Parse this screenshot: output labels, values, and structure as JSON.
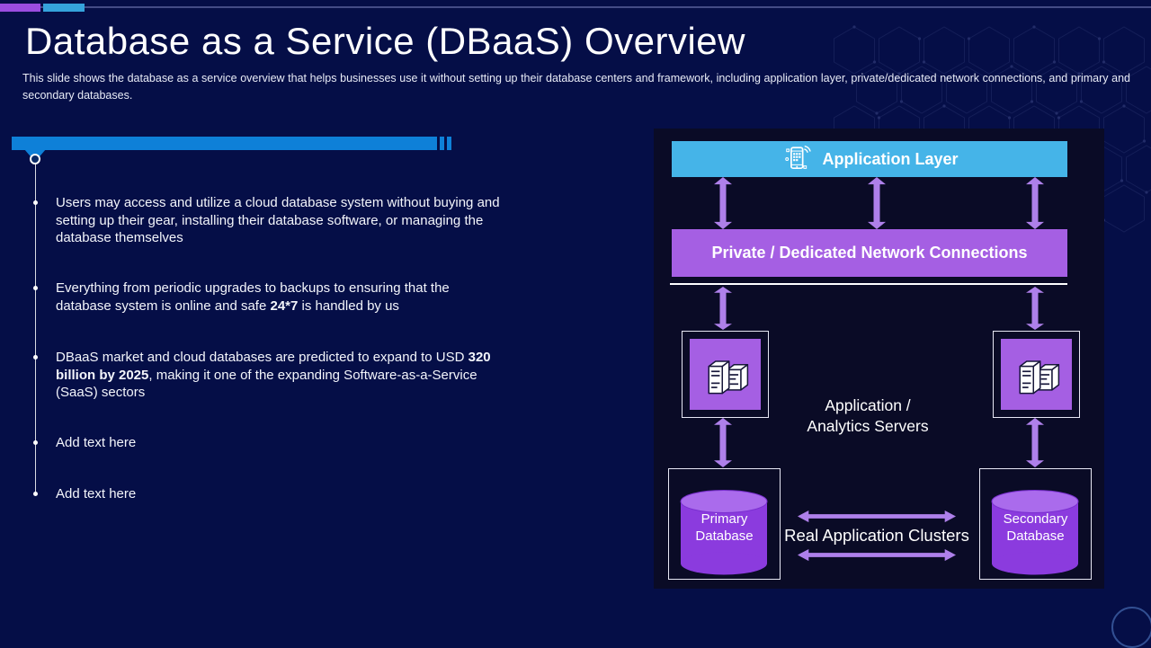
{
  "colors": {
    "slide_bg": "#050e47",
    "panel_bg": "#0a0b26",
    "accent_bar_blue": "#0e80d8",
    "header_blue": "#45b4e8",
    "bar_purple": "#a55fe3",
    "arrow_purple": "#ae80ea",
    "cylinder_body": "#8b3bde",
    "cylinder_top": "#aa6bec",
    "deco_purple": "#9b4de0",
    "deco_blue": "#35a3dc"
  },
  "header": {
    "title": "Database as a Service (DBaaS) Overview",
    "subtitle": "This slide shows the database as a service overview  that helps businesses use it without setting up their database centers and framework,  including application layer, private/dedicated network connections, and primary and secondary databases."
  },
  "bullets": {
    "items": [
      {
        "segments": [
          {
            "t": "Users may access and utilize a cloud database system without buying and setting up their gear, installing their database software, or managing the database themselves",
            "b": false
          }
        ]
      },
      {
        "segments": [
          {
            "t": "Everything from periodic upgrades to backups to ensuring that the database system is online and safe ",
            "b": false
          },
          {
            "t": "24*7",
            "b": true
          },
          {
            "t": " is handled by us",
            "b": false
          }
        ]
      },
      {
        "segments": [
          {
            "t": "DBaaS market and cloud databases are predicted to expand to USD ",
            "b": false
          },
          {
            "t": "320 billion by 2025",
            "b": true
          },
          {
            "t": ", making it one of the expanding Software-as-a-Service (SaaS) sectors",
            "b": false
          }
        ]
      },
      {
        "segments": [
          {
            "t": "Add text here",
            "b": false
          }
        ]
      },
      {
        "segments": [
          {
            "t": "Add text here",
            "b": false
          }
        ]
      }
    ]
  },
  "diagram": {
    "application_layer_label": "Application Layer",
    "network_label": "Private / Dedicated Network Connections",
    "servers_label_line1": "Application /",
    "servers_label_line2": "Analytics Servers",
    "clusters_label": "Real Application Clusters",
    "primary_db_line1": "Primary",
    "primary_db_line2": "Database",
    "secondary_db_line1": "Secondary",
    "secondary_db_line2": "Database",
    "icons": {
      "app_layer_icon": "mobile-app-phone-icon",
      "server_icon": "server-stack-icon",
      "database_icon": "database-cylinder-icon"
    }
  }
}
